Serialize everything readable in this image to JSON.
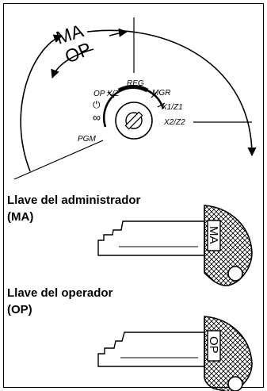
{
  "diagram": {
    "arc_labels": {
      "ma": "MA",
      "op": "OP"
    },
    "dial_positions": {
      "op_xz": "OP X/Z",
      "power": "⏻",
      "reg": "REG",
      "mgr": "MGR",
      "x1z1": "X1/Z1",
      "x2z2": "X2/Z2",
      "infinity": "∞",
      "pgm": "PGM"
    }
  },
  "keys": {
    "manager": {
      "title": "Llave del administrador",
      "code": "(MA)",
      "engraving": "MA"
    },
    "operator": {
      "title": "Llave del operador",
      "code": "(OP)",
      "engraving": "OP"
    }
  }
}
